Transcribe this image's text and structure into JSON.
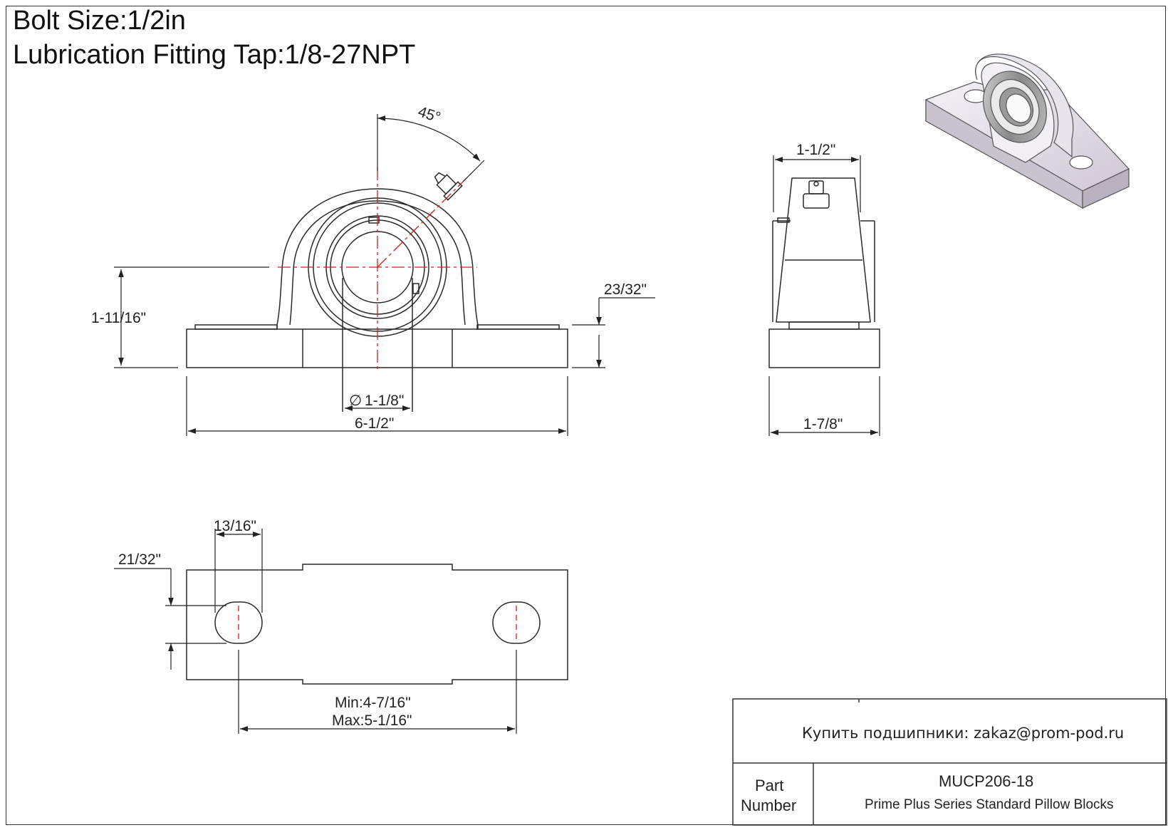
{
  "header": {
    "bolt_size": "Bolt Size:1/2in",
    "lubrication": "Lubrication Fitting Tap:1/8-27NPT"
  },
  "dimensions": {
    "angle": "45°",
    "height_to_center": "1-11/16\"",
    "base_height": "23/32\"",
    "bore_diameter": "1-1/8\"",
    "bore_symbol": "∅",
    "total_length": "6-1/2\"",
    "side_top_width": "1-1/2\"",
    "side_base_width": "1-7/8\"",
    "bolt_slot_width": "13/16\"",
    "bolt_slot_height": "21/32\"",
    "bolt_spacing_min": "Min:4-7/16\"",
    "bolt_spacing_max": "Max:5-1/16\""
  },
  "title_block": {
    "buy_text": "Купить подшипники: zakaz@prom-pod.ru",
    "part_label_line1": "Part",
    "part_label_line2": "Number",
    "part_number": "MUCP206-18",
    "description": "Prime Plus Series Standard Pillow Blocks"
  },
  "colors": {
    "line": "#2a2a2a",
    "centerline": "#e01818",
    "housing_3d": "#e6e2ea"
  }
}
